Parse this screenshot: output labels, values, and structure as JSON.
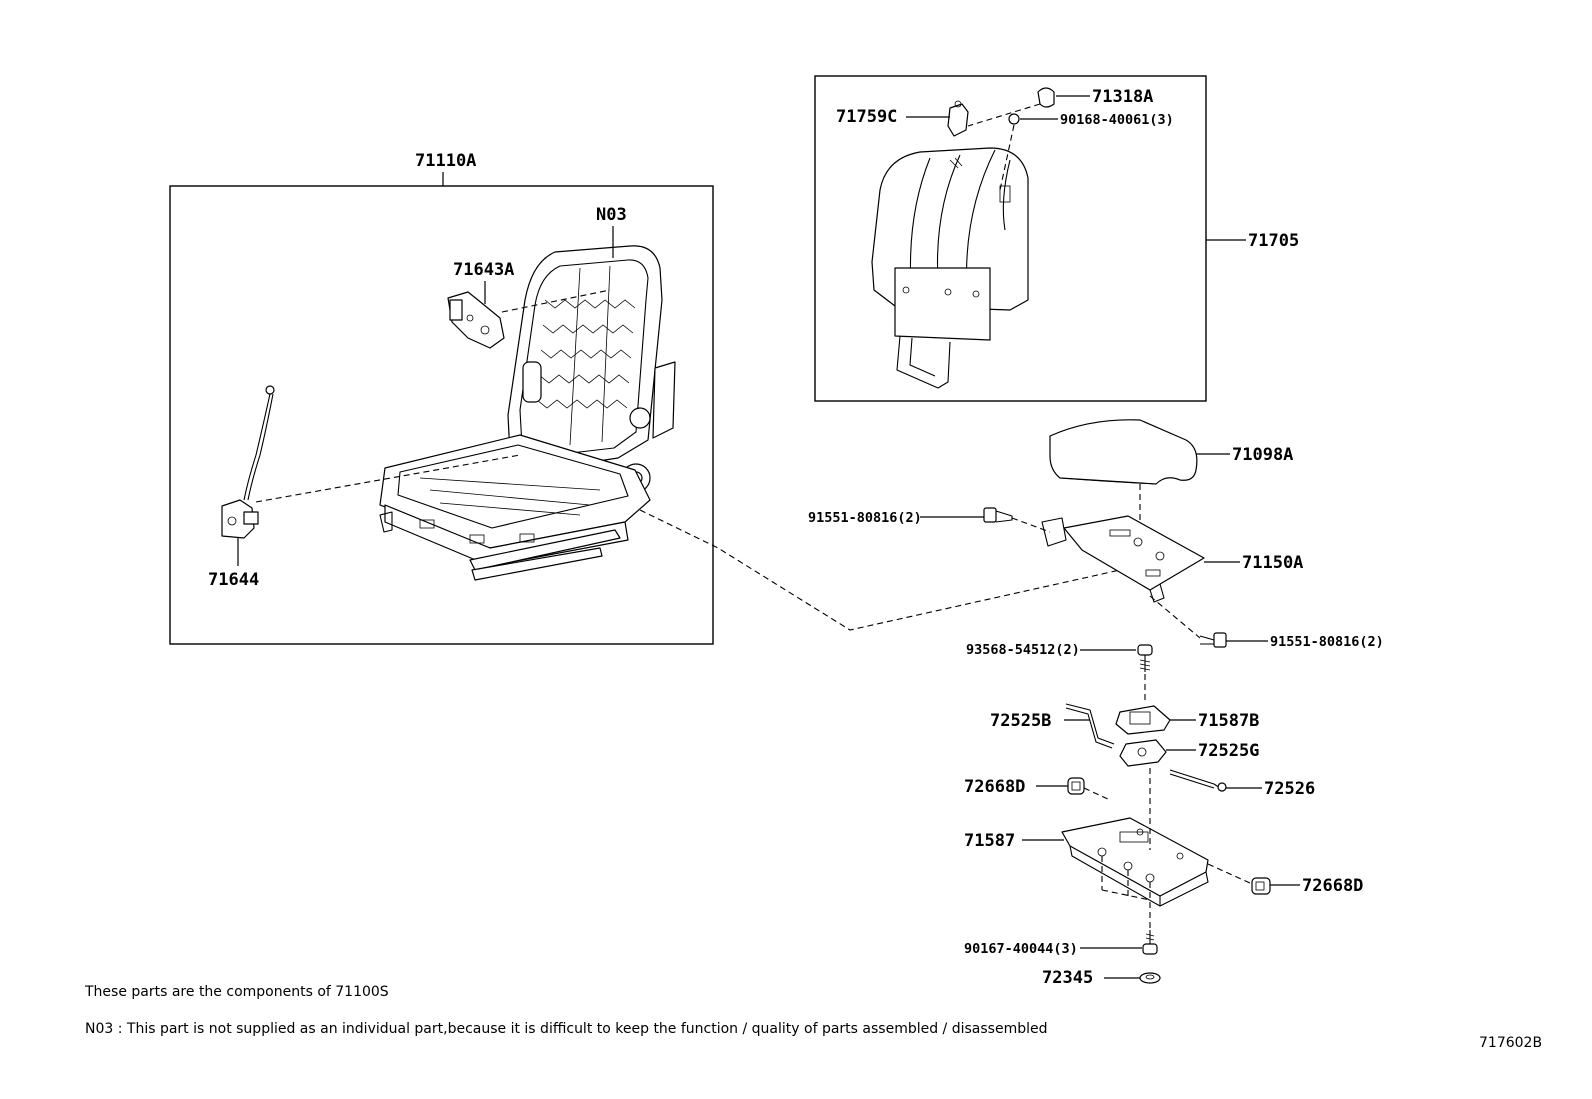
{
  "labels": {
    "l71110A": "71110A",
    "lN03": "N03",
    "l71643A": "71643A",
    "l71644": "71644",
    "l71318A": "71318A",
    "l71759C": "71759C",
    "l90168": "90168-40061(3)",
    "l71705": "71705",
    "l71098A": "71098A",
    "l91551a": "91551-80816(2)",
    "l71150A": "71150A",
    "l91551b": "91551-80816(2)",
    "l93568": "93568-54512(2)",
    "l72525B": "72525B",
    "l71587B": "71587B",
    "l72525G": "72525G",
    "l72668Da": "72668D",
    "l72526": "72526",
    "l71587": "71587",
    "l72668Db": "72668D",
    "l90167": "90167-40044(3)",
    "l72345": "72345"
  },
  "notes": {
    "components": "These parts are the components of 71100S",
    "n03": "N03 : This part is not supplied as an individual part,because it is difficult to keep the function / quality of parts assembled / disassembled"
  },
  "diagram_id": "717602B"
}
